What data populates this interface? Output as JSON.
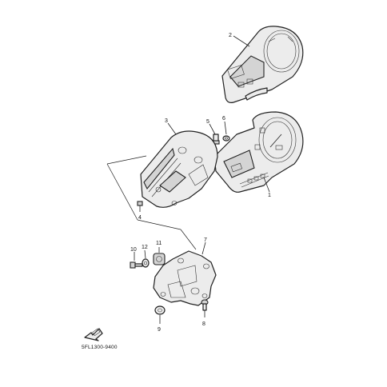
{
  "diagram_code": "5FL1300-9400",
  "callouts": {
    "c1": "1",
    "c2": "2",
    "c3": "3",
    "c4": "4",
    "c5": "5",
    "c6": "6",
    "c7": "7",
    "c8": "8",
    "c9": "9",
    "c10": "10",
    "c11": "11",
    "c12": "12"
  },
  "icons": {
    "front_arrow": "fwd-arrow-icon"
  }
}
